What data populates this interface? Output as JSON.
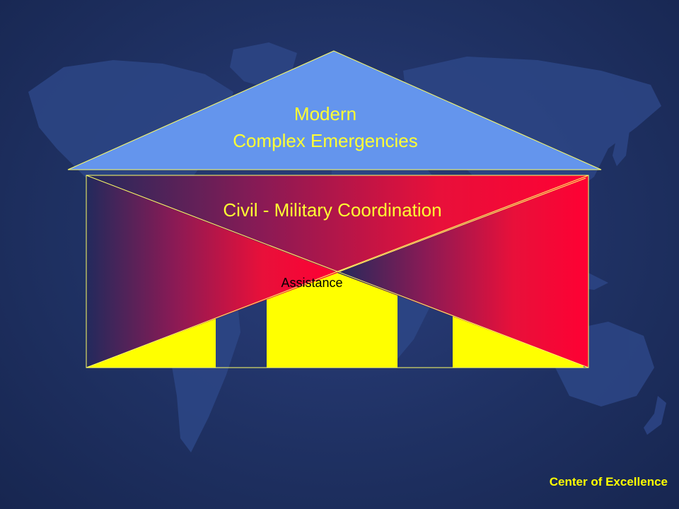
{
  "slide": {
    "roof": {
      "line1": "Modern",
      "line2": "Complex Emergencies"
    },
    "band": {
      "title": "Civil - Military Coordination"
    },
    "center_pillar_label": "Assistance",
    "footer": "Center of Excellence"
  },
  "colors": {
    "background": "#1f3163",
    "map_land": "#2d4686",
    "roof_fill": "#6495ed",
    "roof_outline": "#ffff66",
    "pillar_fill": "#ffff00",
    "band_gradient_start": "#222a5c",
    "band_gradient_end": "#ff0033",
    "title_text": "#ffff33",
    "footer_text": "#ffff00"
  }
}
